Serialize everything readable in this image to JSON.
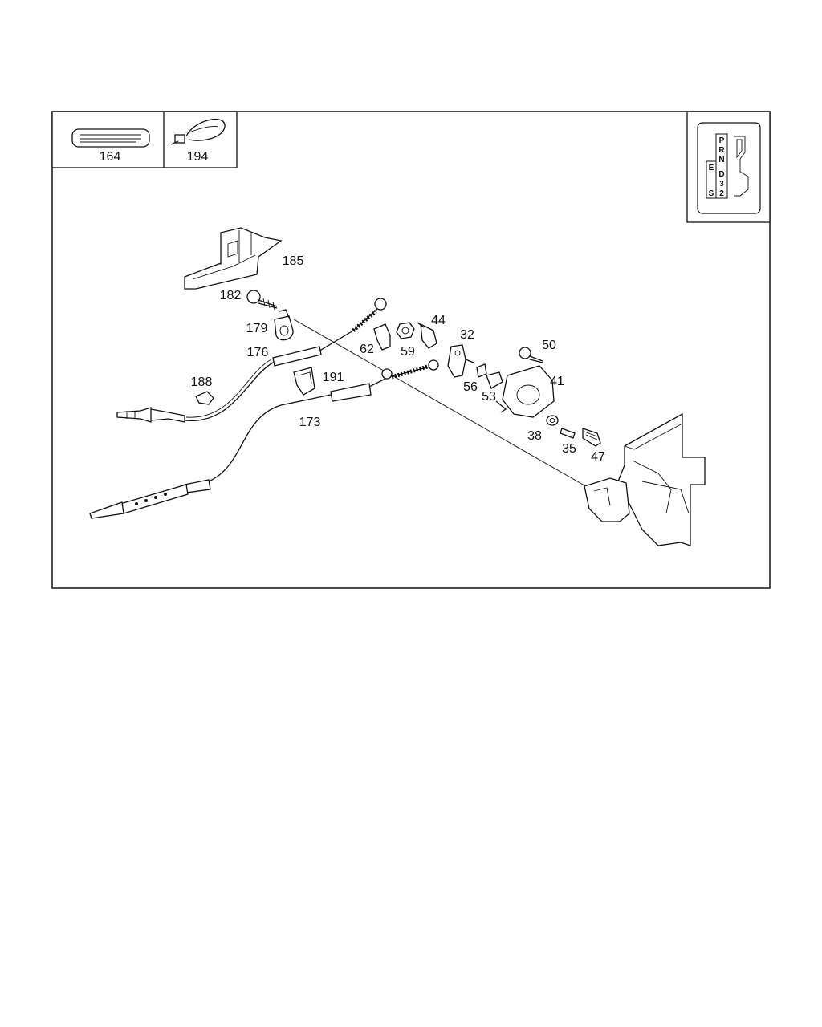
{
  "inset_parts": [
    {
      "number": "164",
      "icon": "retaining-strip-icon"
    },
    {
      "number": "194",
      "icon": "cable-tie-icon"
    }
  ],
  "shift_gate": {
    "main_positions": [
      "P",
      "R",
      "N",
      "D",
      "3",
      "2"
    ],
    "program_positions": [
      "E",
      "S"
    ]
  },
  "part_labels": [
    {
      "number": "185",
      "part": "bracket"
    },
    {
      "number": "182",
      "part": "screw"
    },
    {
      "number": "179",
      "part": "clip"
    },
    {
      "number": "176",
      "part": "cable"
    },
    {
      "number": "188",
      "part": "clip"
    },
    {
      "number": "191",
      "part": "holder"
    },
    {
      "number": "173",
      "part": "cable"
    },
    {
      "number": "62",
      "part": "clip"
    },
    {
      "number": "59",
      "part": "nut"
    },
    {
      "number": "44",
      "part": "lever"
    },
    {
      "number": "32",
      "part": "lever"
    },
    {
      "number": "56",
      "part": "clip"
    },
    {
      "number": "53",
      "part": "bushing"
    },
    {
      "number": "50",
      "part": "screw"
    },
    {
      "number": "41",
      "part": "plate"
    },
    {
      "number": "38",
      "part": "washer"
    },
    {
      "number": "35",
      "part": "pin"
    },
    {
      "number": "47",
      "part": "screw"
    }
  ]
}
